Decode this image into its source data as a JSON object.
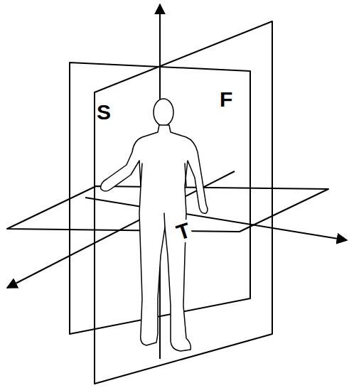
{
  "diagram": {
    "labels": [
      "S",
      "F",
      "T"
    ]
  }
}
